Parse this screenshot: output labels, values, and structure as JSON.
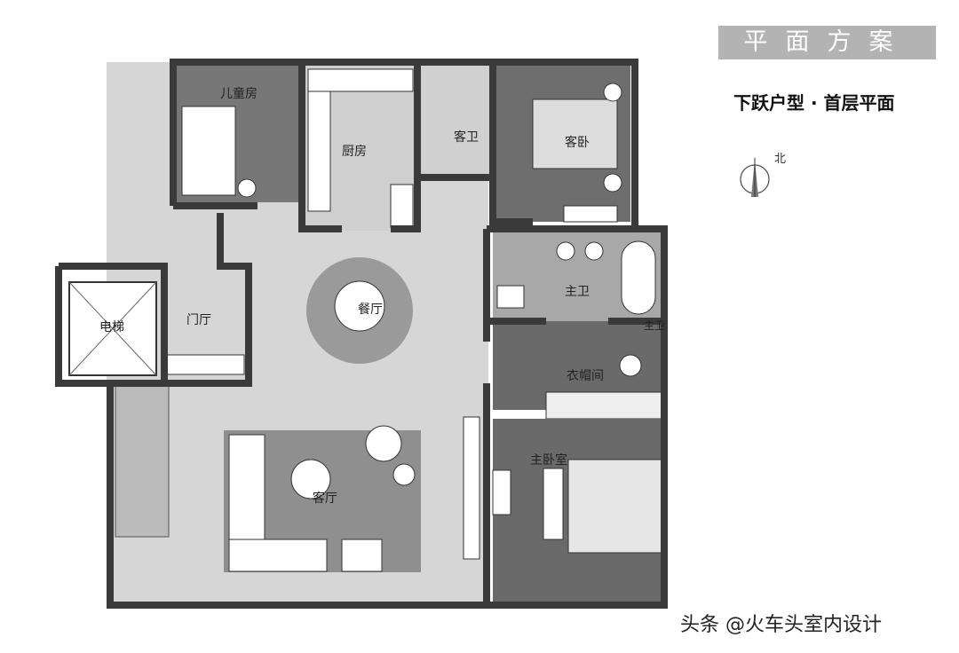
{
  "header": {
    "band_label": "平面方案",
    "title": "下跃户型 · 首层平面"
  },
  "compass": {
    "label": "北",
    "icon": "north-arrow-icon"
  },
  "rooms": {
    "children_room": "儿童房",
    "kitchen": "厨房",
    "guest_bath": "客卫",
    "guest_bedroom": "客卧",
    "master_bath": "主卫",
    "master_bath_small": "主卫",
    "walk_in_closet": "衣帽间",
    "master_bedroom": "主卧室",
    "dining": "餐厅",
    "foyer": "门厅",
    "elevator": "电梯",
    "living_room": "客厅"
  },
  "watermark": "头条 @火车头室内设计",
  "colors": {
    "wall": "#3a3a3a",
    "floor_stone": "#d4d4d4",
    "floor_wood": "#6e6e6e",
    "band": "#b3b3b3"
  }
}
